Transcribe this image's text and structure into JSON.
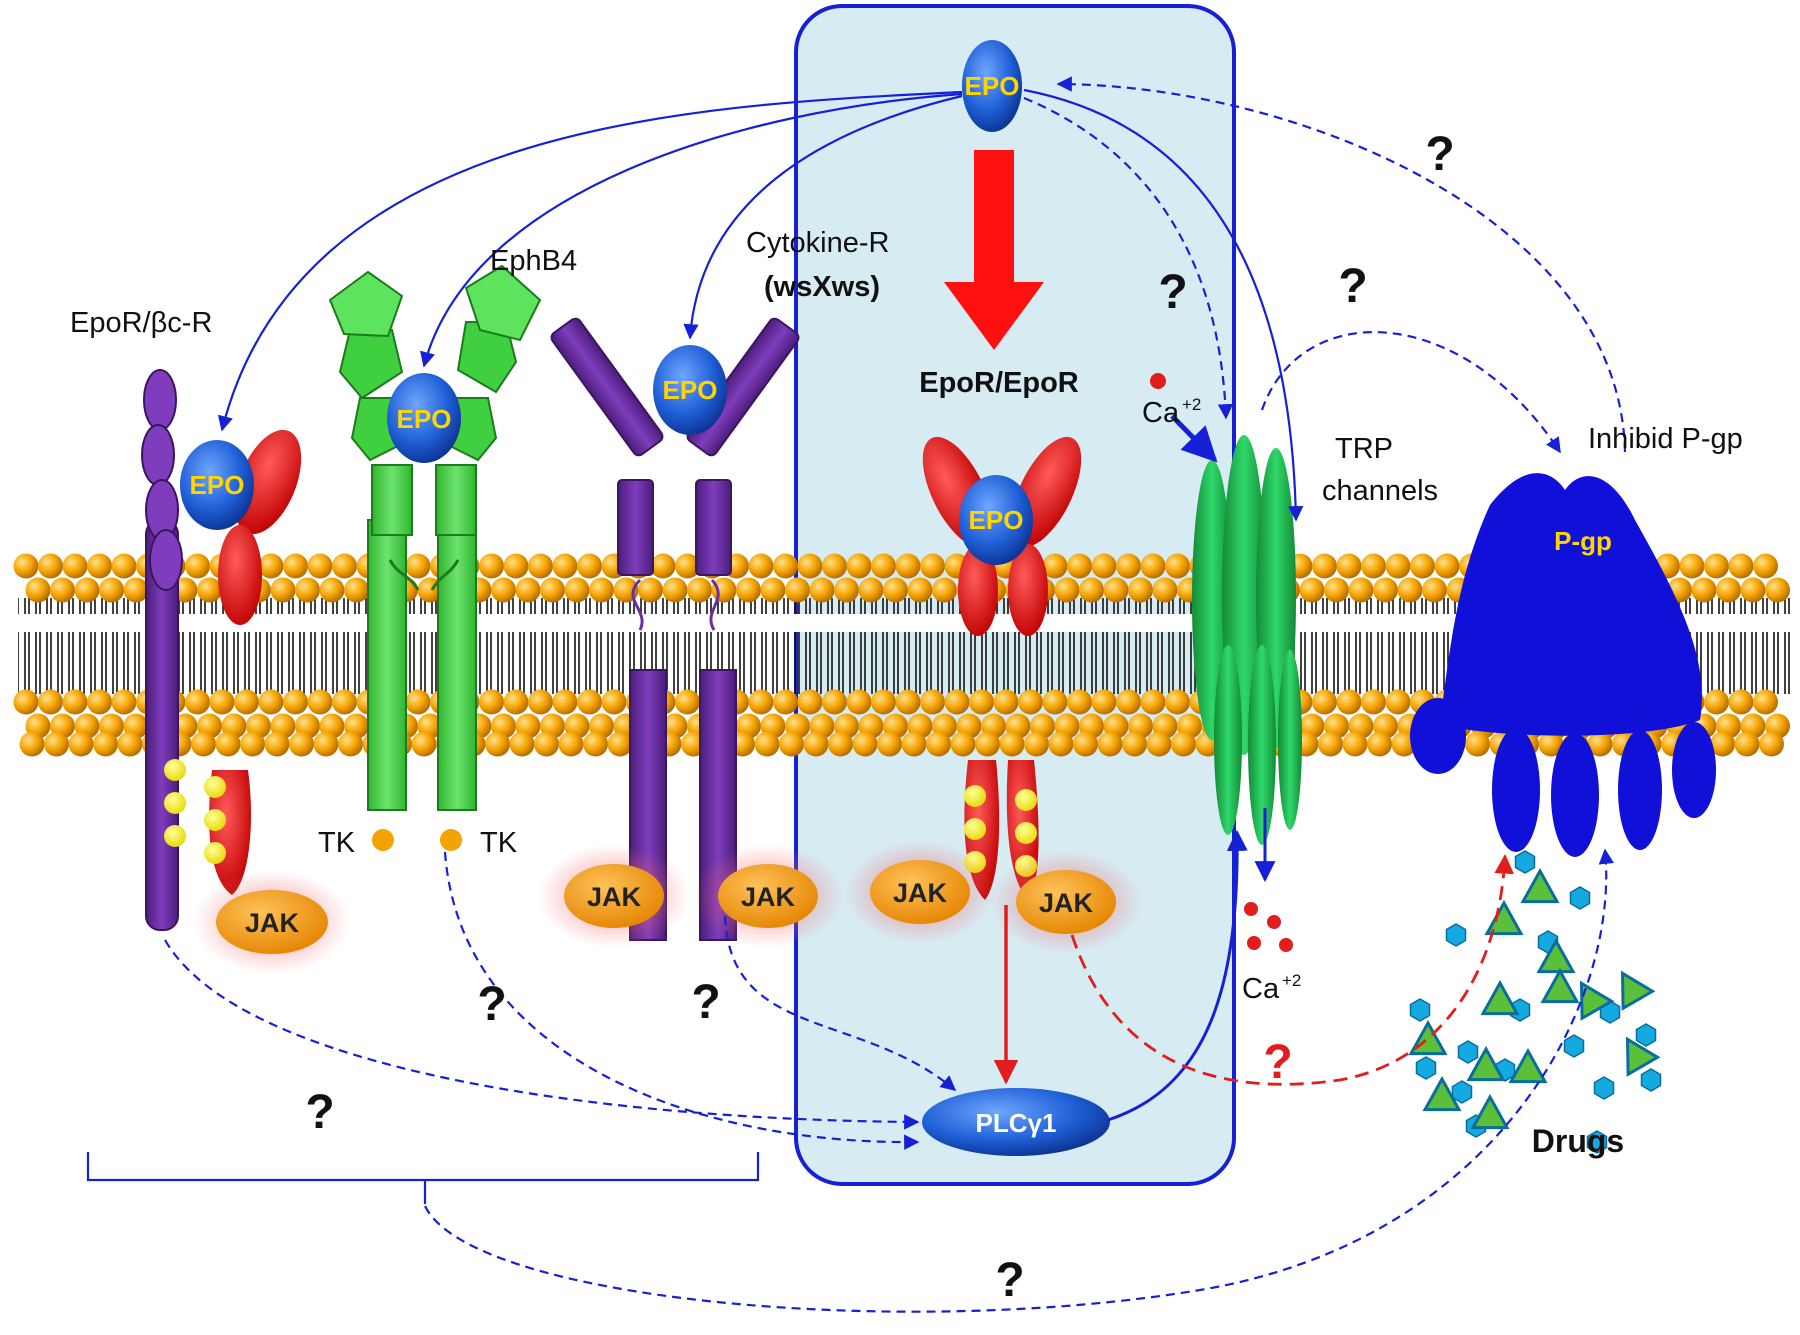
{
  "labels": {
    "epor_bcr": "EpoR/βc-R",
    "ephb4": "EphB4",
    "cytokine_r_line1": "Cytokine-R",
    "cytokine_r_line2": "(wsXws)",
    "epor_epor": "EpoR/EpoR",
    "trp_line1": "TRP",
    "trp_line2": "channels",
    "inhibid_pgp": "Inhibid  P-gp",
    "pgp": "P-gp",
    "drugs": "Drugs",
    "plcg1": "PLCγ1",
    "epo": "EPO",
    "jak": "JAK",
    "tk": "TK",
    "ca": "Ca",
    "ca_sup": "+2",
    "question": "?"
  },
  "icons": [
    "epo-ligand-icon",
    "epor-receptor-icon",
    "bc-receptor-icon",
    "ephb4-receptor-icon",
    "cytokine-receptor-icon",
    "jak-kinase-icon",
    "trp-channel-icon",
    "p-gp-pump-icon",
    "plc-gamma1-icon",
    "calcium-ion-icon",
    "drug-molecule-icon",
    "lipid-bilayer-icon"
  ],
  "colors": {
    "arrow_blue": "#1621d6",
    "arrow_red": "#e11d1d",
    "membrane_head": "#f5a300",
    "highlight_box": "#d7ebf3",
    "epo": "#1f5fd6",
    "epor": "#e01010",
    "ephb4": "#3fcf3f",
    "cytokine_r": "#6a2fa0",
    "trp": "#1fae4a",
    "pgp": "#1010d8",
    "jak": "#f59a0c",
    "drug_hexagon": "#14a9e0",
    "drug_triangle": "#5bbf3a"
  }
}
